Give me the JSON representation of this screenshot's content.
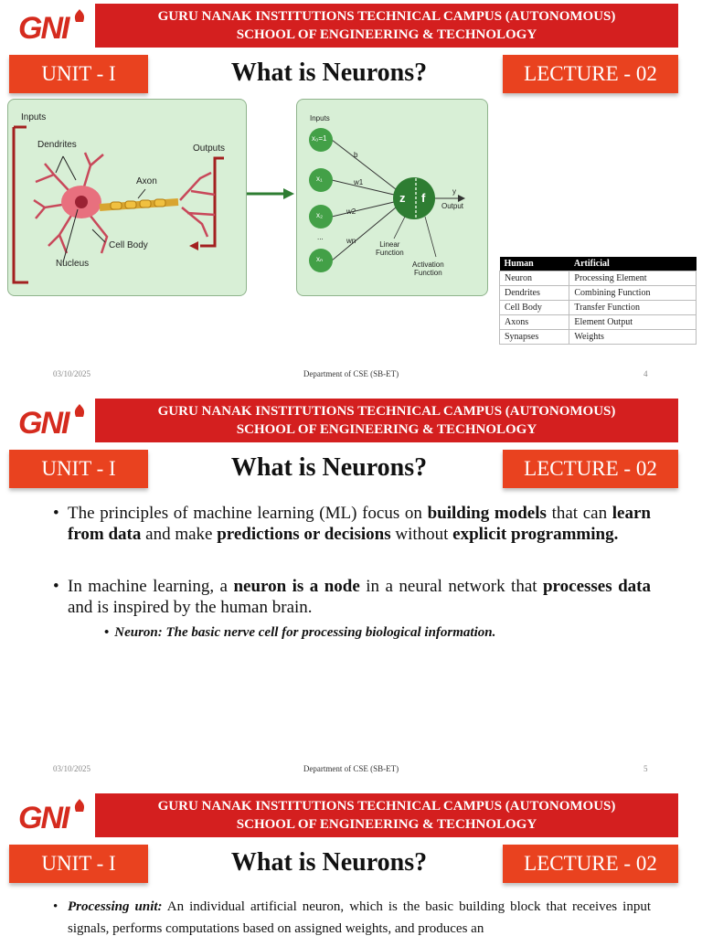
{
  "header": {
    "institution": "GURU NANAK INSTITUTIONS TECHNICAL CAMPUS (AUTONOMOUS)",
    "school": "SCHOOL OF ENGINEERING & TECHNOLOGY",
    "logo_text": "GNI"
  },
  "slide_tags": {
    "unit": "UNIT - I",
    "lecture": "LECTURE - 02",
    "title": "What is Neurons?"
  },
  "slide1": {
    "bio_diagram": {
      "inputs": "Inputs",
      "dendrites": "Dendrites",
      "outputs": "Outputs",
      "axon": "Axon",
      "cell_body": "Cell Body",
      "nucleus": "Nucleus"
    },
    "ai_diagram": {
      "inputs": "Inputs",
      "x0": "x₀=1",
      "x1": "x₁",
      "x2": "x₂",
      "dots": "...",
      "xn": "xₙ",
      "b": "b",
      "w1": "w1",
      "w2": "w2",
      "wn": "wn",
      "z": "z",
      "f": "f",
      "y": "y",
      "output": "Output",
      "linear": "Linear\nFunction",
      "activation": "Activation\nFunction"
    },
    "table": {
      "headers": [
        "Human",
        "Artificial"
      ],
      "rows": [
        [
          "Neuron",
          "Processing Element"
        ],
        [
          "Dendrites",
          "Combining Function"
        ],
        [
          "Cell Body",
          "Transfer Function"
        ],
        [
          "Axons",
          "Element Output"
        ],
        [
          "Synapses",
          "Weights"
        ]
      ]
    },
    "footer": {
      "date": "03/10/2025",
      "dept": "Department of CSE (SB-ET)",
      "page": "4"
    }
  },
  "slide2": {
    "bullet1": {
      "p1": "The principles of machine learning (ML) focus on ",
      "b1": "building models",
      "p2": " that can ",
      "b2": "learn from data",
      "p3": " and make ",
      "b3": "predictions or decisions",
      "p4": " without ",
      "b4": "explicit programming."
    },
    "bullet2": {
      "p1": "In machine learning, a ",
      "b1": "neuron is a node",
      "p2": " in a neural network that ",
      "b2": "processes data",
      "p3": " and is inspired by the human brain."
    },
    "sub_bullet": "Neuron: The basic nerve cell for processing biological information.",
    "footer": {
      "date": "03/10/2025",
      "dept": "Department of CSE (SB-ET)",
      "page": "5"
    }
  },
  "slide3": {
    "bullet1": {
      "label": "Processing unit:",
      "p1": " An individual artificial neuron, which is the basic building block that receives input signals, performs computations based on assigned weights, and produces an"
    }
  }
}
